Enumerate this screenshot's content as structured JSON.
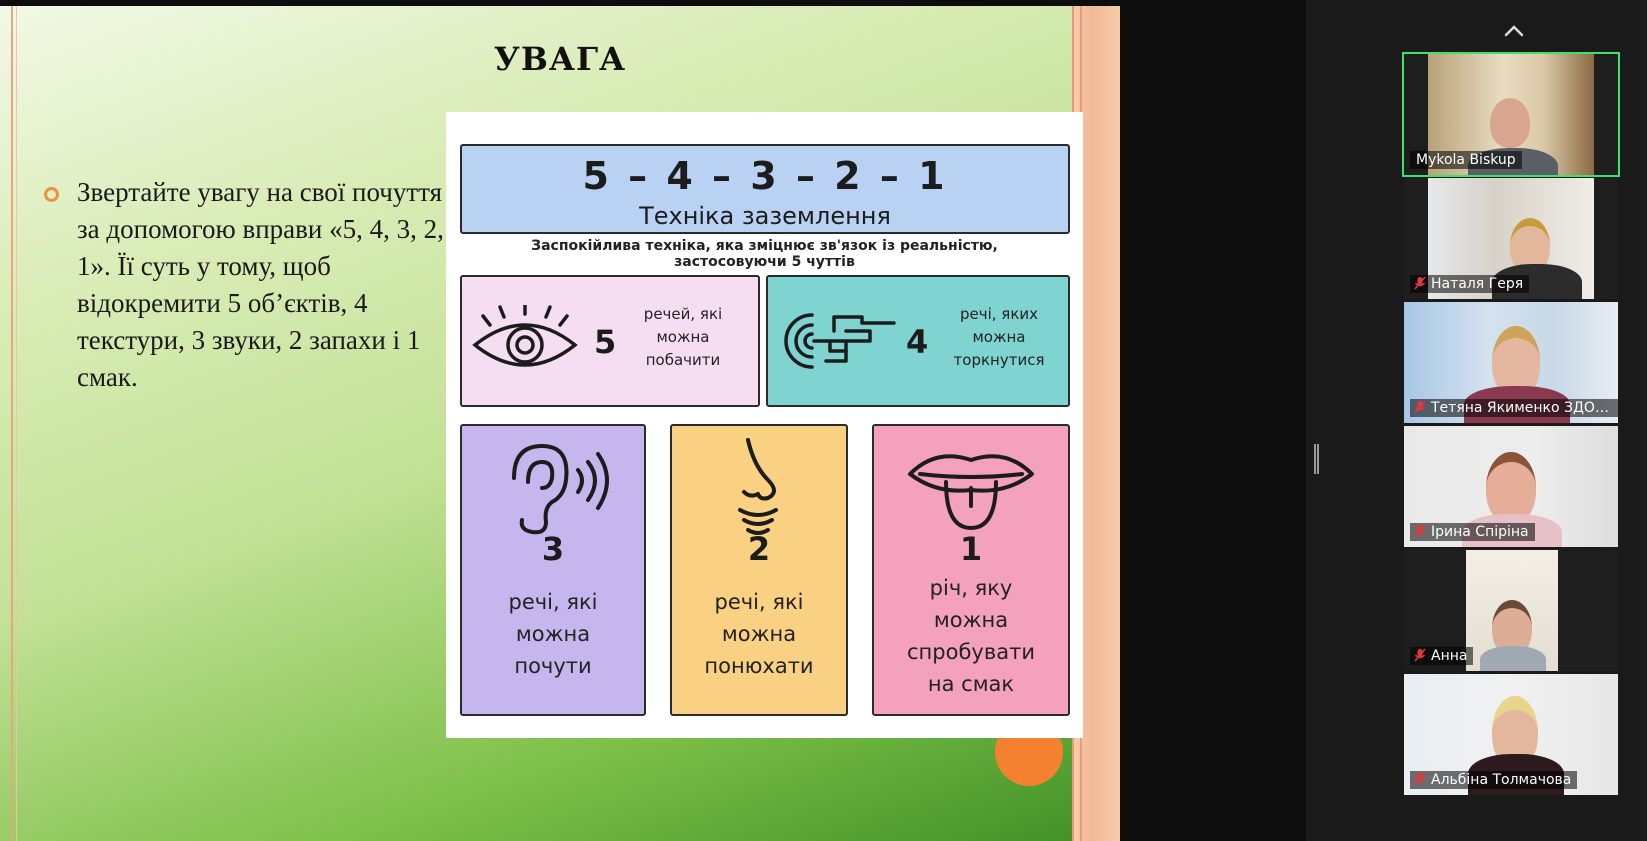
{
  "slide": {
    "title": "УВАГА",
    "bullet": "Звертайте увагу на свої почуття за допомогою вправи «5, 4, 3, 2, 1». Її суть у тому, щоб відокремити 5 об’єктів, 4 текстури, 3 звуки, 2 запахи і 1 смак."
  },
  "infographic": {
    "numbers": "5 – 4 – 3 – 2 – 1",
    "subtitle": "Техніка заземлення",
    "description_line1": "Заспокійлива техніка, яка зміцнює зв'язок із реальністю,",
    "description_line2": "застосовуючи 5 чуттів",
    "cards": [
      {
        "number": "5",
        "caption_lines": [
          "речей, які",
          "можна",
          "побачити"
        ],
        "icon": "eye-icon"
      },
      {
        "number": "4",
        "caption_lines": [
          "речі, яких",
          "можна",
          "торкнутися"
        ],
        "icon": "touch-hand-icon"
      },
      {
        "number": "3",
        "caption_lines": [
          "речі, які",
          "можна",
          "почути"
        ],
        "icon": "ear-icon"
      },
      {
        "number": "2",
        "caption_lines": [
          "речі, які",
          "можна",
          "понюхати"
        ],
        "icon": "nose-icon"
      },
      {
        "number": "1",
        "caption_lines": [
          "річ, яку",
          "можна",
          "спробувати",
          "на смак"
        ],
        "icon": "mouth-icon"
      }
    ]
  },
  "participants": [
    {
      "name": "Mykola Biskup",
      "muted": false,
      "active": true
    },
    {
      "name": "Наталя Геря",
      "muted": true,
      "active": false
    },
    {
      "name": "Тетяна Якименко ЗДО ...",
      "muted": true,
      "active": false
    },
    {
      "name": "Ірина Спіріна",
      "muted": true,
      "active": false
    },
    {
      "name": "Анна",
      "muted": true,
      "active": false
    },
    {
      "name": "Альбіна Толмачова",
      "muted": true,
      "active": false
    }
  ],
  "colors": {
    "active_speaker_border": "#3ee06e",
    "muted_mic": "#e0383b",
    "bullet": "#ef8f3f"
  }
}
